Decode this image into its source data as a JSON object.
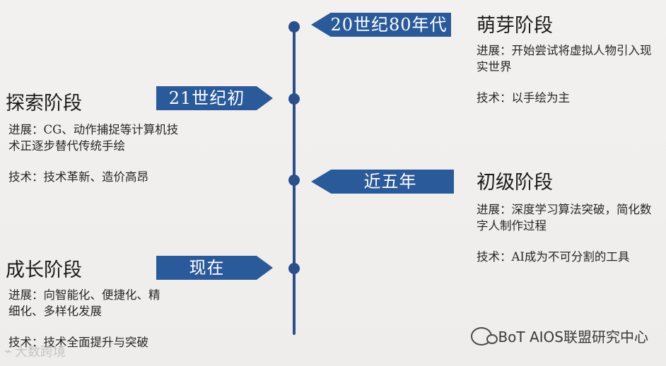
{
  "timeline": [
    {
      "period": "20世纪80年代",
      "stage": "萌芽阶段",
      "progress": "进展：开始尝试将虚拟人物引入现实世界",
      "tech": "技术：以手绘为主"
    },
    {
      "period": "21世纪初",
      "stage": "探索阶段",
      "progress": "进展：CG、动作捕捉等计算机技术正逐步替代传统手绘",
      "tech": "技术：技术革新、造价高昂"
    },
    {
      "period": "近五年",
      "stage": "初级阶段",
      "progress": "进展：深度学习算法突破，简化数字人制作过程",
      "tech": "技术：AI成为不可分割的工具"
    },
    {
      "period": "现在",
      "stage": "成长阶段",
      "progress": "进展：向智能化、便捷化、精细化、多样化发展",
      "tech": "技术：技术全面提升与突破"
    }
  ],
  "watermarks": {
    "right": "BoT AIOS联盟研究中心",
    "left": "大数跨境"
  },
  "colors": {
    "accent": "#2a5a9a",
    "axis": "#2a4f8a"
  }
}
